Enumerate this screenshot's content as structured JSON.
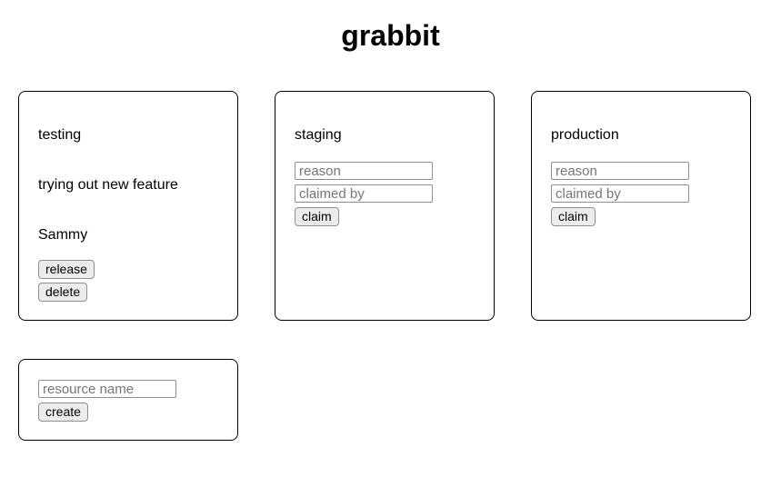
{
  "app": {
    "title": "grabbit"
  },
  "cards": {
    "claimed": {
      "name": "testing",
      "reason": "trying out new feature",
      "claimed_by": "Sammy",
      "release_label": "release",
      "delete_label": "delete"
    },
    "unclaimed": [
      {
        "name": "staging",
        "reason_placeholder": "reason",
        "claimed_by_placeholder": "claimed by",
        "claim_label": "claim"
      },
      {
        "name": "production",
        "reason_placeholder": "reason",
        "claimed_by_placeholder": "claimed by",
        "claim_label": "claim"
      }
    ],
    "create_form": {
      "name_placeholder": "resource name",
      "create_label": "create"
    }
  },
  "colors": {
    "background": "#ffffff",
    "text": "#000000",
    "card_border": "#000000",
    "button_bg": "#ececec",
    "control_border": "#8f8f8f",
    "placeholder_text": "#767676"
  }
}
